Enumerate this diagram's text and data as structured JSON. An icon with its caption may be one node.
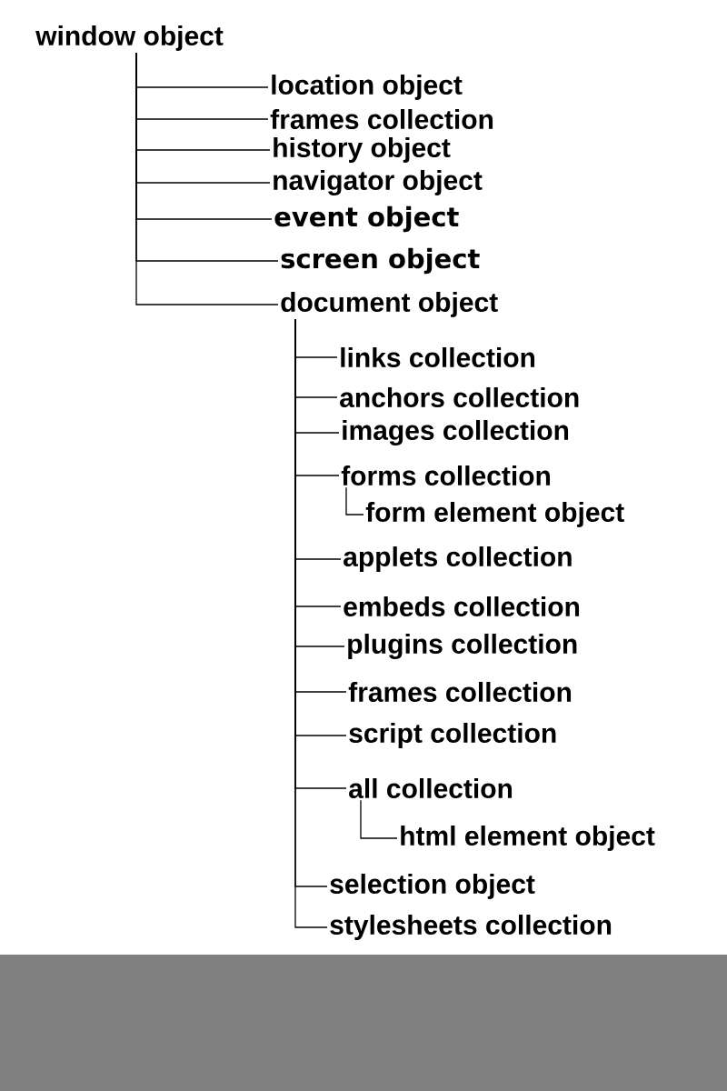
{
  "diagram": {
    "nodes": [
      {
        "text": [
          "window object"
        ]
      },
      {
        "text": [
          "location object"
        ]
      },
      {
        "text": [
          "frames collection"
        ]
      },
      {
        "text": [
          "history object"
        ]
      },
      {
        "text": [
          "navigator object"
        ]
      },
      {
        "text": [
          "event object"
        ]
      },
      {
        "text": [
          "screen object"
        ]
      },
      {
        "text": [
          "document object"
        ]
      },
      {
        "text": [
          "links collection"
        ]
      },
      {
        "text": [
          "anchors collection"
        ]
      },
      {
        "text": [
          "images collection"
        ]
      },
      {
        "text": [
          "forms collection"
        ]
      },
      {
        "text": [
          "form element object"
        ]
      },
      {
        "text": [
          "applets collection"
        ]
      },
      {
        "text": [
          "embeds collection"
        ]
      },
      {
        "text": [
          "plugins collection"
        ]
      },
      {
        "text": [
          "frames collection"
        ]
      },
      {
        "text": [
          "script collection"
        ]
      },
      {
        "text": [
          "all collection"
        ]
      },
      {
        "text": [
          "html element object"
        ]
      },
      {
        "text": [
          "selection object"
        ]
      },
      {
        "text": [
          "stylesheets collection"
        ]
      }
    ],
    "edges": [
      {
        "from": 0,
        "to": 1,
        "arrow": "none"
      },
      {
        "from": 0,
        "to": 2,
        "arrow": "none"
      },
      {
        "from": 0,
        "to": 3,
        "arrow": "none"
      },
      {
        "from": 0,
        "to": 4,
        "arrow": "none"
      },
      {
        "from": 0,
        "to": 5,
        "arrow": "none"
      },
      {
        "from": 0,
        "to": 6,
        "arrow": "none"
      },
      {
        "from": 0,
        "to": 7,
        "arrow": "none"
      },
      {
        "from": 7,
        "to": 8,
        "arrow": "none"
      },
      {
        "from": 7,
        "to": 9,
        "arrow": "none"
      },
      {
        "from": 7,
        "to": 10,
        "arrow": "none"
      },
      {
        "from": 7,
        "to": 11,
        "arrow": "none"
      },
      {
        "from": 11,
        "to": 12,
        "arrow": "none"
      },
      {
        "from": 7,
        "to": 13,
        "arrow": "none"
      },
      {
        "from": 7,
        "to": 14,
        "arrow": "none"
      },
      {
        "from": 7,
        "to": 15,
        "arrow": "none"
      },
      {
        "from": 7,
        "to": 16,
        "arrow": "none"
      },
      {
        "from": 7,
        "to": 17,
        "arrow": "none"
      },
      {
        "from": 7,
        "to": 18,
        "arrow": "none"
      },
      {
        "from": 18,
        "to": 19,
        "arrow": "none"
      },
      {
        "from": 7,
        "to": 20,
        "arrow": "none"
      },
      {
        "from": 7,
        "to": 21,
        "arrow": "none"
      }
    ]
  }
}
